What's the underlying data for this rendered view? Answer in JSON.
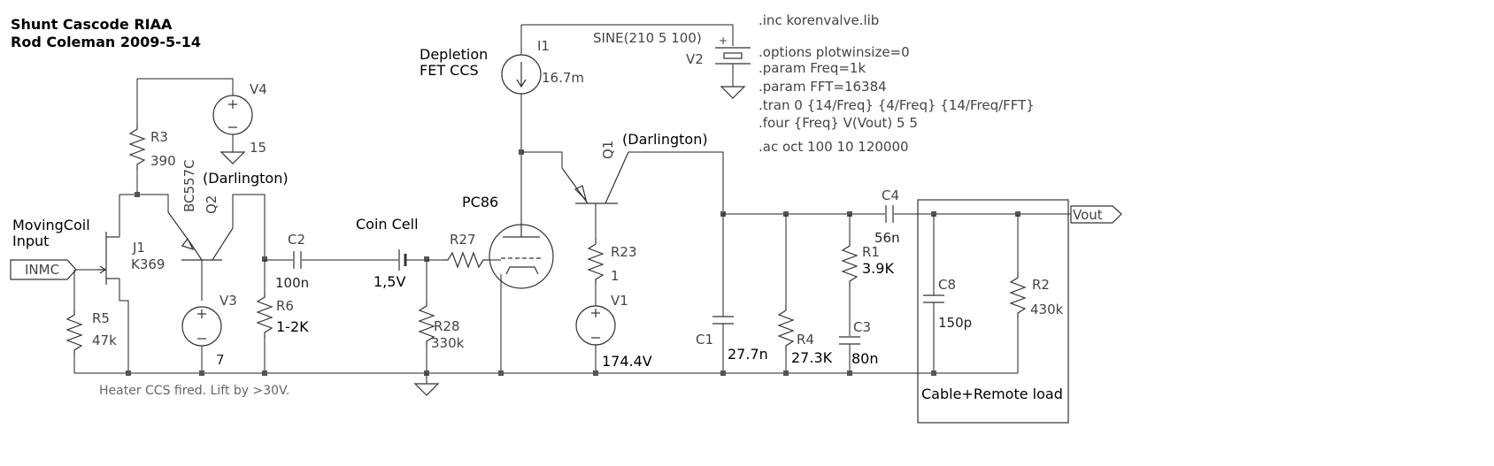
{
  "title": {
    "line1": "Shunt Cascode RIAA",
    "line2": "Rod Coleman 2009-5-14"
  },
  "directives": {
    "inc": ".inc korenvalve.lib",
    "options": ".options plotwinsize=0",
    "param_freq": ".param Freq=1k",
    "param_fft": ".param FFT=16384",
    "tran": ".tran 0 {14/Freq} {4/Freq} {14/Freq/FFT}",
    "four": ".four {Freq} V(Vout) 5 5",
    "ac": ".ac oct 100 10 120000"
  },
  "notes": {
    "depletion_1": "Depletion",
    "depletion_2": "FET CCS",
    "coin_cell": "Coin Cell",
    "pc86": "PC86",
    "darlington_q2": "(Darlington)",
    "darlington_q1": "(Darlington)",
    "movingcoil_1": "MovingCoil",
    "movingcoil_2": "Input",
    "heater": "Heater CCS fired. Lift by >30V.",
    "cable_load": "Cable+Remote load"
  },
  "ports": {
    "input": "INMC",
    "output": "Vout"
  },
  "components": {
    "R3": {
      "name": "R3",
      "value": "390"
    },
    "V4": {
      "name": "V4",
      "value": "15"
    },
    "Q2": {
      "name": "Q2",
      "model": "BC557C"
    },
    "J1": {
      "name": "J1",
      "model": "K369"
    },
    "R5": {
      "name": "R5",
      "value": "47k"
    },
    "V3": {
      "name": "V3",
      "value": "7"
    },
    "R6": {
      "name": "R6",
      "value": "1-2K"
    },
    "C2": {
      "name": "C2",
      "value": "100n"
    },
    "B1": {
      "value": "1,5V"
    },
    "R27": {
      "name": "R27"
    },
    "R28": {
      "name": "R28",
      "value": "330k"
    },
    "I1": {
      "name": "I1",
      "value": "16.7m"
    },
    "V2": {
      "name": "V2",
      "value": "SINE(210 5 100)"
    },
    "Q1": {
      "name": "Q1"
    },
    "R23": {
      "name": "R23",
      "value": "1"
    },
    "V1": {
      "name": "V1",
      "value": "174.4V"
    },
    "C1": {
      "name": "C1",
      "value": "27.7n"
    },
    "R4": {
      "name": "R4",
      "value": "27.3K"
    },
    "R1": {
      "name": "R1",
      "value": "3.9K"
    },
    "C3": {
      "name": "C3",
      "value": "80n"
    },
    "C4": {
      "name": "C4",
      "value": "56n"
    },
    "C8": {
      "name": "C8",
      "value": "150p"
    },
    "R2": {
      "name": "R2",
      "value": "430k"
    }
  },
  "symbols": {
    "plus": "+",
    "minus": "−"
  }
}
